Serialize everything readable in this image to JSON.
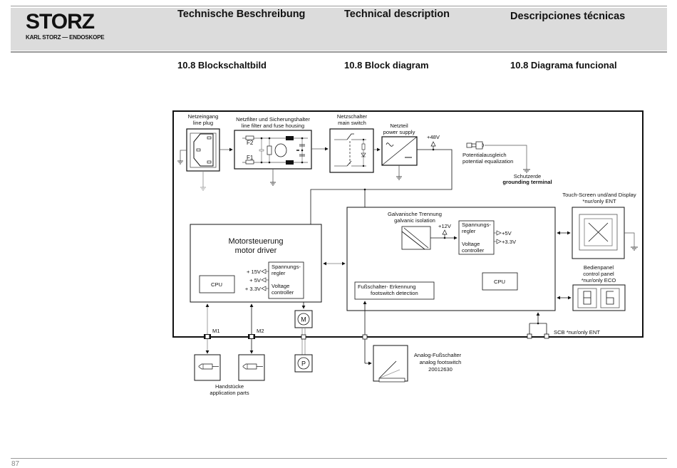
{
  "header": {
    "logo": {
      "brand": "STORZ",
      "subtitle": "KARL STORZ — ENDOSKOPE"
    },
    "titles": [
      "Technische Beschreibung",
      "Technical description",
      "Descripciones técnicas"
    ],
    "sections": [
      "10.8  Blockschaltbild",
      "10.8  Block diagram",
      "10.8  Diagrama funcional"
    ]
  },
  "footer": {
    "page_number": "87"
  },
  "diagram": {
    "line_plug": {
      "title_de": "Netzeingang",
      "title_en": "line plug"
    },
    "line_filter": {
      "title_de": "Netzfilter und Sicherungshalter",
      "title_en": "line filter and fuse housing",
      "fuse1": "F1",
      "fuse2": "F2"
    },
    "main_switch": {
      "title_de": "Netzschalter",
      "title_en": "main switch"
    },
    "power_supply": {
      "title_de": "Netzteil",
      "title_en": "power supply",
      "output": "+48V"
    },
    "potential_equalization": {
      "title_de": "Potentialausgleich",
      "title_en": "potential equalization"
    },
    "grounding": {
      "title_de": "Schutzerde",
      "title_en": "grounding terminal"
    },
    "motor_driver": {
      "title_de": "Motorsteuerung",
      "title_en": "motor driver",
      "cpu": "CPU",
      "regulator_de": [
        "Spannungs-",
        "regler"
      ],
      "regulator_en": [
        "Voltage",
        "controller"
      ],
      "outputs": [
        "+ 15V",
        "+ 5V",
        "+ 3.3V"
      ]
    },
    "main_board": {
      "isolation_de": "Galvanische Trennung",
      "isolation_en": "galvanic isolation",
      "isolation_output": "+12V",
      "regulator_de": [
        "Spannungs-",
        "regler"
      ],
      "regulator_en": [
        "Voltage",
        "controller"
      ],
      "outputs": [
        "+5V",
        "+3.3V"
      ],
      "cpu": "CPU",
      "footswitch_detection_de": "Fußschalter- Erkennung",
      "footswitch_detection_en": "footswitch detection"
    },
    "touch_screen": {
      "title": "Touch-Screen und/and Display",
      "note": "*nur/only ENT"
    },
    "control_panel": {
      "title_de": "Bedienpanel",
      "title_en": "control panel",
      "note": "*nur/only ECO"
    },
    "scb": {
      "label": "SCB *nur/only ENT"
    },
    "motor": {
      "symbol": "M"
    },
    "pump": {
      "symbol": "P"
    },
    "ports": [
      "M1",
      "M2"
    ],
    "handpieces": {
      "title_de": "Handstücke",
      "title_en": "application parts"
    },
    "footswitch": {
      "title_de": "Analog-Fußschalter",
      "title_en": "analog footswitch",
      "part_number": "20012630"
    }
  }
}
